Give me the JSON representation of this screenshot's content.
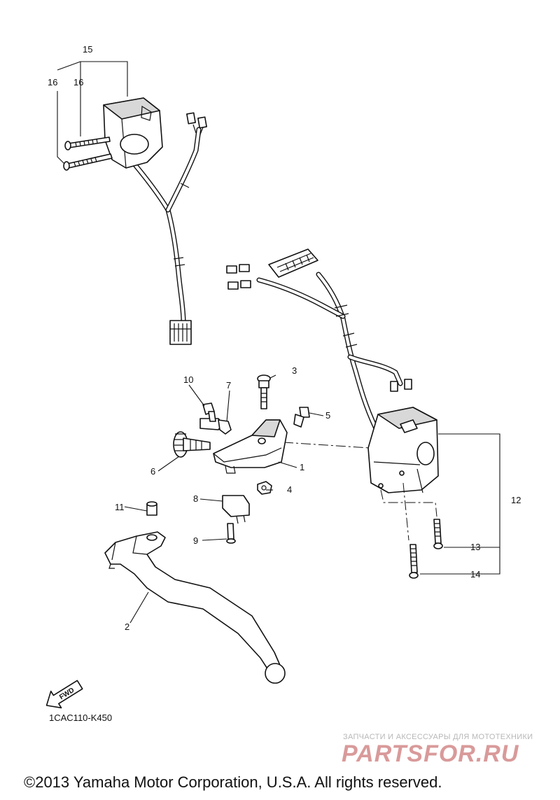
{
  "diagram": {
    "callouts": [
      "1",
      "2",
      "3",
      "4",
      "5",
      "6",
      "7",
      "8",
      "9",
      "10",
      "11",
      "12",
      "13",
      "14",
      "15",
      "16",
      "16"
    ],
    "code": "1CAC110-K450",
    "fwd_label": "FWD"
  },
  "watermark": {
    "tagline": "ЗАПЧАСТИ И АКСЕССУАРЫ ДЛЯ МОТОТЕХНИКИ",
    "brand": "PARTSFOR.RU"
  },
  "footer": {
    "copyright": "©2013 Yamaha Motor Corporation, U.S.A. All rights reserved."
  }
}
